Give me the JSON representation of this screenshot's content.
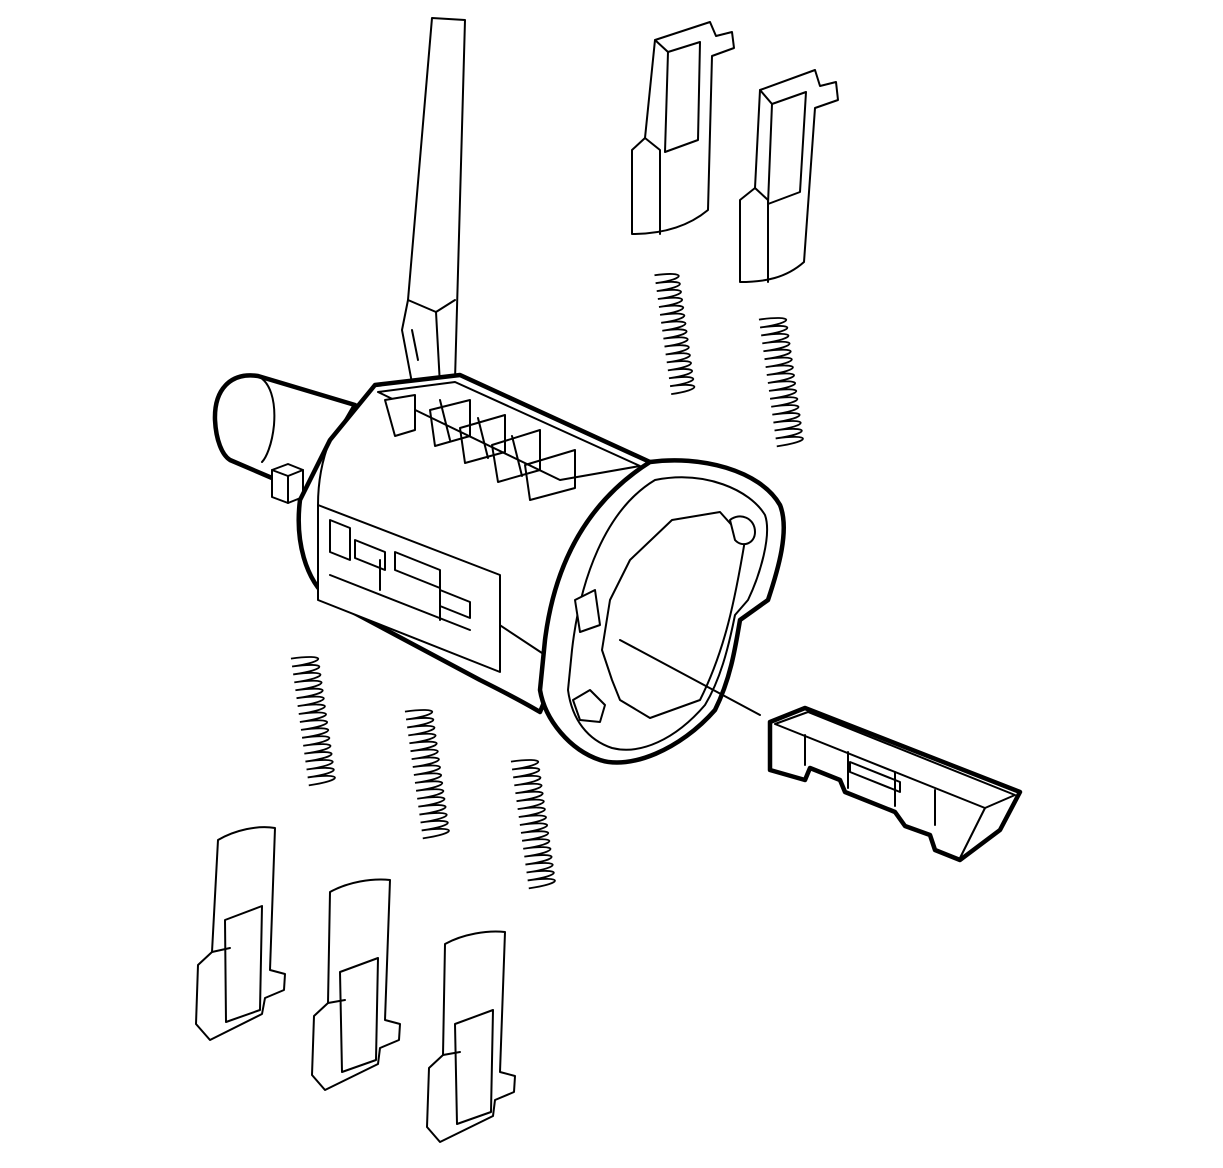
{
  "figure": {
    "colors": {
      "line": "#000000",
      "background": "#ffffff"
    },
    "parts": [
      "screwdriver",
      "lock-cylinder",
      "key-insert",
      "tumbler-spring",
      "tumbler-spring",
      "tumbler-spring",
      "tumbler-spring",
      "tumbler-spring",
      "tumbler-wafer",
      "tumbler-wafer",
      "tumbler-wafer",
      "tumbler-wafer",
      "tumbler-wafer"
    ]
  }
}
